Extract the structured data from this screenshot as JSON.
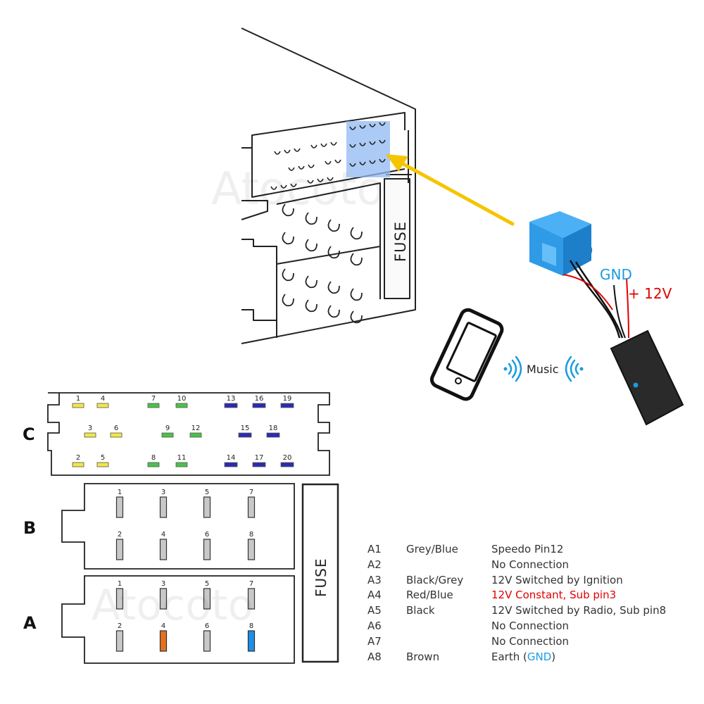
{
  "head_unit": {
    "fuse_label": "FUSE"
  },
  "module": {
    "gnd_label": "GND",
    "v12_label": "+ 12V",
    "gnd_color": "#1a9be0",
    "v12_color": "#e00000",
    "connector_color": "#2f9be6"
  },
  "phone": {
    "music_label": "Music"
  },
  "watermark": {
    "text": "Atocoto"
  },
  "connectors": {
    "C": {
      "label": "C",
      "pins": [
        {
          "n": "1",
          "color": "#f1e64a"
        },
        {
          "n": "4",
          "color": "#f1e64a"
        },
        {
          "n": "3",
          "color": "#f1e64a"
        },
        {
          "n": "6",
          "color": "#f1e64a"
        },
        {
          "n": "2",
          "color": "#f1e64a"
        },
        {
          "n": "5",
          "color": "#f1e64a"
        },
        {
          "n": "7",
          "color": "#4cc14c"
        },
        {
          "n": "10",
          "color": "#4cc14c"
        },
        {
          "n": "9",
          "color": "#4cc14c"
        },
        {
          "n": "12",
          "color": "#4cc14c"
        },
        {
          "n": "8",
          "color": "#4cc14c"
        },
        {
          "n": "11",
          "color": "#4cc14c"
        },
        {
          "n": "13",
          "color": "#2b2bb0"
        },
        {
          "n": "16",
          "color": "#2b2bb0"
        },
        {
          "n": "19",
          "color": "#2b2bb0"
        },
        {
          "n": "15",
          "color": "#2b2bb0"
        },
        {
          "n": "18",
          "color": "#2b2bb0"
        },
        {
          "n": "14",
          "color": "#2b2bb0"
        },
        {
          "n": "17",
          "color": "#2b2bb0"
        },
        {
          "n": "20",
          "color": "#2b2bb0"
        }
      ]
    },
    "B": {
      "label": "B",
      "pins": [
        {
          "n": "1",
          "color": "#c8c8c8"
        },
        {
          "n": "3",
          "color": "#c8c8c8"
        },
        {
          "n": "5",
          "color": "#c8c8c8"
        },
        {
          "n": "7",
          "color": "#c8c8c8"
        },
        {
          "n": "2",
          "color": "#c8c8c8"
        },
        {
          "n": "4",
          "color": "#c8c8c8"
        },
        {
          "n": "6",
          "color": "#c8c8c8"
        },
        {
          "n": "8",
          "color": "#c8c8c8"
        }
      ]
    },
    "A": {
      "label": "A",
      "pins": [
        {
          "n": "1",
          "color": "#c8c8c8"
        },
        {
          "n": "3",
          "color": "#c8c8c8"
        },
        {
          "n": "5",
          "color": "#c8c8c8"
        },
        {
          "n": "7",
          "color": "#c8c8c8"
        },
        {
          "n": "2",
          "color": "#c8c8c8"
        },
        {
          "n": "4",
          "color": "#e4711f"
        },
        {
          "n": "6",
          "color": "#c8c8c8"
        },
        {
          "n": "8",
          "color": "#1e8ee8"
        }
      ]
    },
    "fuse_label": "FUSE"
  },
  "pin_table": [
    {
      "pin": "A1",
      "wire": "Grey/Blue",
      "function": "Speedo Pin12"
    },
    {
      "pin": "A2",
      "wire": "",
      "function": "No Connection"
    },
    {
      "pin": "A3",
      "wire": "Black/Grey",
      "function": "12V Switched by Ignition"
    },
    {
      "pin": "A4",
      "wire": "Red/Blue",
      "function": "12V Constant, Sub pin3",
      "highlight": "red"
    },
    {
      "pin": "A5",
      "wire": "Black",
      "function": "12V Switched by Radio, Sub pin8"
    },
    {
      "pin": "A6",
      "wire": "",
      "function": "No Connection"
    },
    {
      "pin": "A7",
      "wire": "",
      "function": "No Connection"
    },
    {
      "pin": "A8",
      "wire": "Brown",
      "function_prefix": "Earth (",
      "function_highlight": "GND",
      "function_suffix": ")"
    }
  ]
}
